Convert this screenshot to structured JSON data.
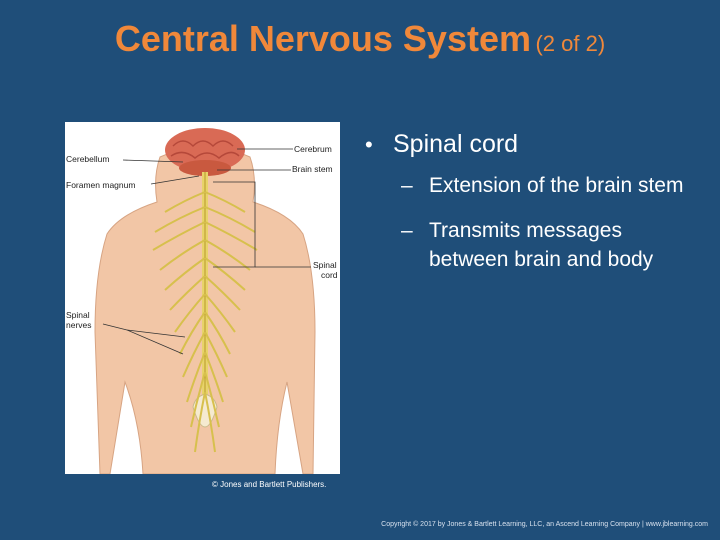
{
  "title": {
    "main": "Central Nervous System",
    "sub": "(2 of 2)"
  },
  "figure": {
    "labels": {
      "cerebellum": "Cerebellum",
      "foramen_magnum": "Foramen magnum",
      "cerebrum": "Cerebrum",
      "brain_stem": "Brain stem",
      "spinal_cord_1": "Spinal",
      "spinal_cord_2": "cord",
      "spinal_nerves_1": "Spinal",
      "spinal_nerves_2": "nerves"
    },
    "credit": "© Jones and Bartlett Publishers."
  },
  "bullets": {
    "main": "Spinal cord",
    "sub": [
      "Extension of the brain stem",
      "Transmits messages between brain and body"
    ]
  },
  "footer": "Copyright © 2017 by Jones & Bartlett Learning, LLC, an Ascend Learning Company  |  www.jblearning.com"
}
